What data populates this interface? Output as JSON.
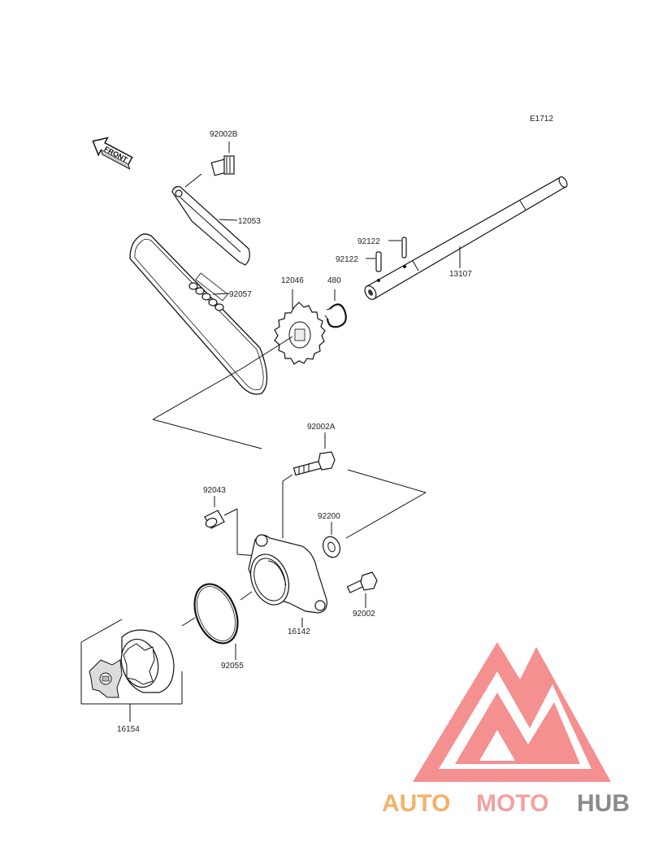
{
  "diagram": {
    "code": "E1712",
    "front_label": "FRONT",
    "parts": {
      "bolt_top": "92002B",
      "guide": "12053",
      "chain": "92057",
      "sprocket": "12046",
      "circlip": "480",
      "pin_a": "92122",
      "pin_b": "92122",
      "shaft": "13107",
      "bolt_flange": "92002A",
      "dowel": "92043",
      "washer": "92200",
      "housing": "16142",
      "bolt_side": "92002",
      "oring": "92055",
      "rotor": "16154"
    }
  },
  "logo": {
    "word_part1": "AUTO",
    "word_part2": "MOTO",
    "word_part3": "HUB",
    "colors": {
      "orange": "#f5b06a",
      "pink": "#f4a0a0",
      "gray": "#8a8a8a",
      "triangle": "#f27c7c"
    }
  }
}
